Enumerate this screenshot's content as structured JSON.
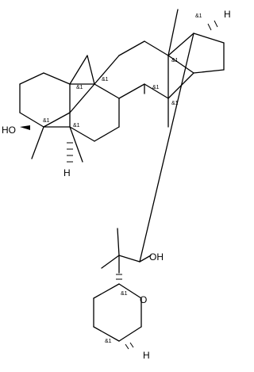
{
  "molecule": {
    "atom_labels": {
      "oh_c3": "HO",
      "h_c5": "H",
      "h_c17": "H",
      "oh_side": "OH",
      "o_ring": "O",
      "h_ring": "H"
    },
    "stereo_flag": "&1"
  }
}
